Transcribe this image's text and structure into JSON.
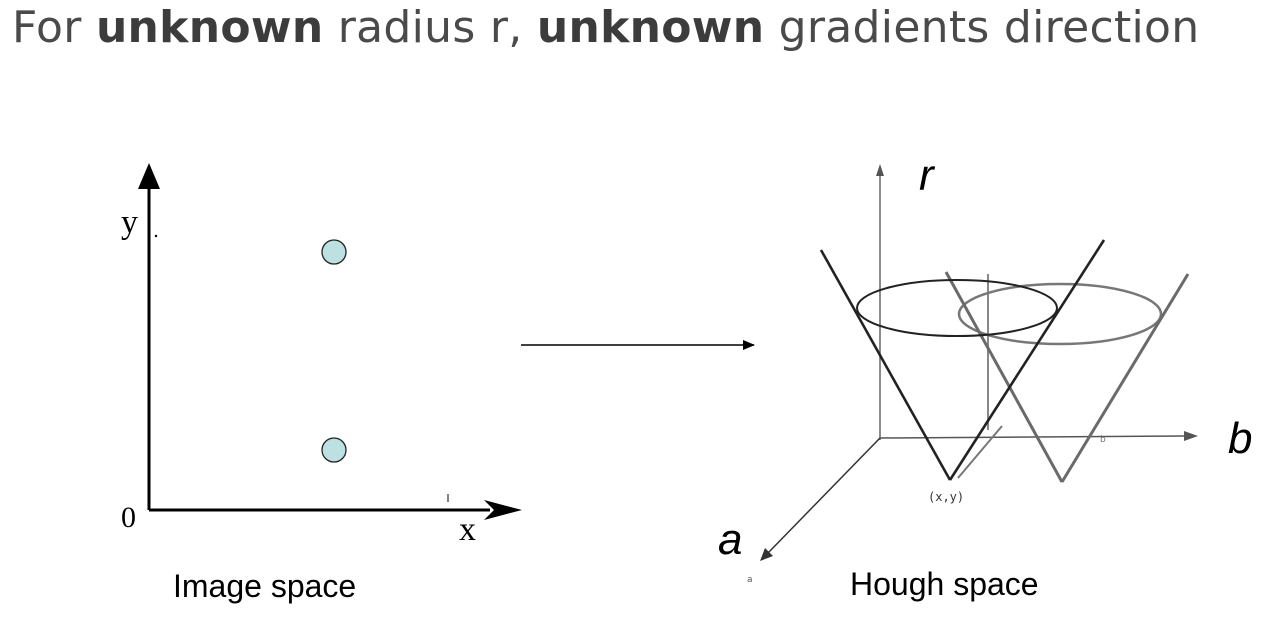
{
  "slide": {
    "title_parts": [
      "For ",
      "unknown",
      " radius r, ",
      "unknown",
      " gradients direction"
    ]
  },
  "image_space": {
    "origin_label": "0",
    "x_label": "x",
    "y_label": "y",
    "caption": "Image space"
  },
  "hough_space": {
    "a_label": "a",
    "b_label": "b",
    "r_label": "r",
    "point_label": "(x,y)",
    "small_a": "a",
    "small_b": "b",
    "caption": "Hough space"
  }
}
